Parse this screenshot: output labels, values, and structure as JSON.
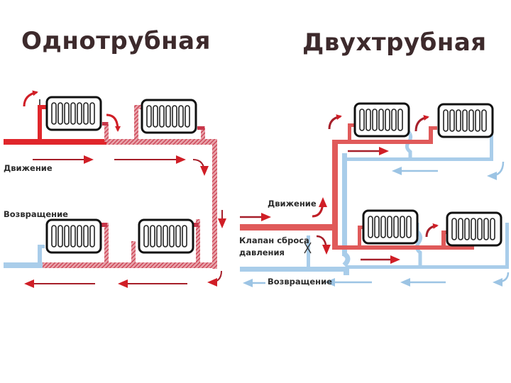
{
  "titles": {
    "left": "Однотрубная",
    "right": "Двухтрубная"
  },
  "colors": {
    "supply": "#e0262b",
    "supply_light": "#e05a5a",
    "supply_hatched": "#c8374a",
    "return": "#a9cdea",
    "return_arrow": "#9cc4e4",
    "radiator_outline": "#111111",
    "title": "#3d2a2c"
  },
  "left_diagram": {
    "name": "Однотрубная",
    "labels": {
      "supply": "Движение",
      "return": "Возвращение"
    },
    "radiator_count": 4
  },
  "right_diagram": {
    "name": "Двухтрубная",
    "labels": {
      "supply": "Движение",
      "valve_line1": "Клапан сброса",
      "valve_line2": "давления",
      "return": "Возвращение"
    },
    "radiator_count": 4
  }
}
